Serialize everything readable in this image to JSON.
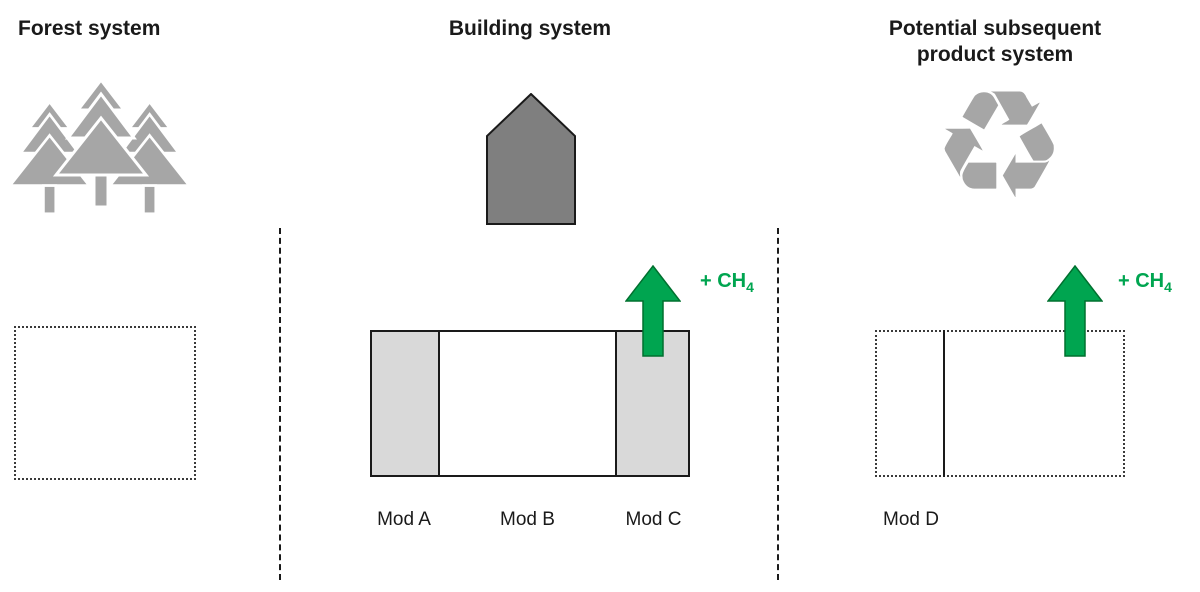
{
  "diagram": {
    "forest": {
      "title": "Forest system",
      "icon": "pine-trees-icon"
    },
    "building": {
      "title": "Building system",
      "icon": "house-icon",
      "modules": [
        {
          "label": "Mod A"
        },
        {
          "label": "Mod B"
        },
        {
          "label": "Mod C"
        }
      ],
      "emission": {
        "prefix": "+ CH",
        "subscript": "4"
      }
    },
    "subsequent": {
      "title": "Potential subsequent product system",
      "icon": "recycle-icon",
      "module_label": "Mod D",
      "emission": {
        "prefix": "+ CH",
        "subscript": "4"
      }
    },
    "colors": {
      "icon_gray": "#a6a6a6",
      "house_gray": "#7f7f7f",
      "module_fill_gray": "#d9d9d9",
      "accent_green": "#00a550",
      "line_black": "#1a1a1a"
    }
  }
}
